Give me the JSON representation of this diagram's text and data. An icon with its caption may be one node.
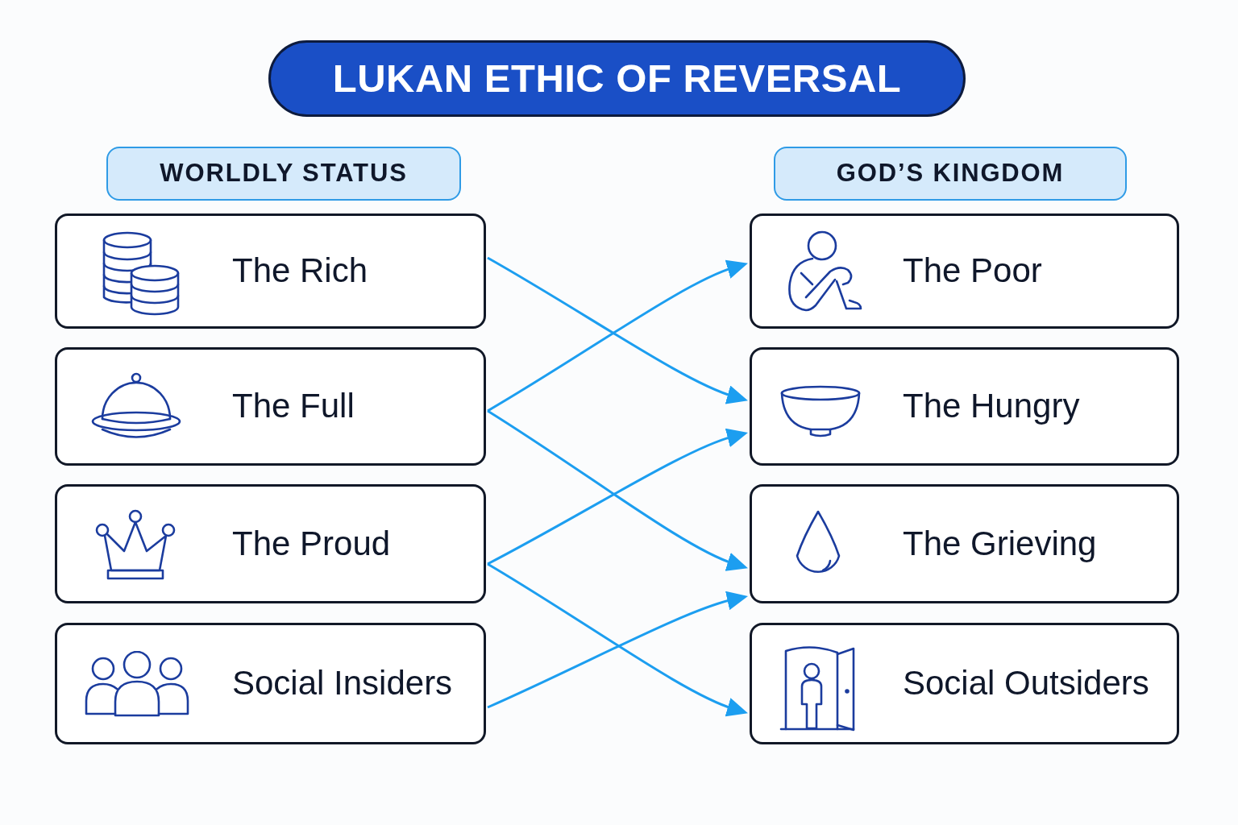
{
  "diagram": {
    "title": "LUKAN ETHIC OF REVERSAL",
    "nodes": [
      {
        "text": [
          "WORLDLY STATUS"
        ]
      },
      {
        "text": [
          "The Rich"
        ]
      },
      {
        "text": [
          "The Full"
        ]
      },
      {
        "text": [
          "The Proud"
        ]
      },
      {
        "text": [
          "Social Insiders"
        ]
      },
      {
        "text": [
          "GOD’S KINGDOM"
        ]
      },
      {
        "text": [
          "The Poor"
        ]
      },
      {
        "text": [
          "The Hungry"
        ]
      },
      {
        "text": [
          "The Grieving"
        ]
      },
      {
        "text": [
          "Social Outsiders"
        ]
      }
    ],
    "edges": [
      {
        "from": 1,
        "to": 7,
        "arrow": "to"
      },
      {
        "from": 2,
        "to": 6,
        "arrow": "to"
      },
      {
        "from": 2,
        "to": 8,
        "arrow": "to"
      },
      {
        "from": 3,
        "to": 7,
        "arrow": "to"
      },
      {
        "from": 3,
        "to": 9,
        "arrow": "to"
      },
      {
        "from": 4,
        "to": 8,
        "arrow": "to"
      }
    ]
  }
}
